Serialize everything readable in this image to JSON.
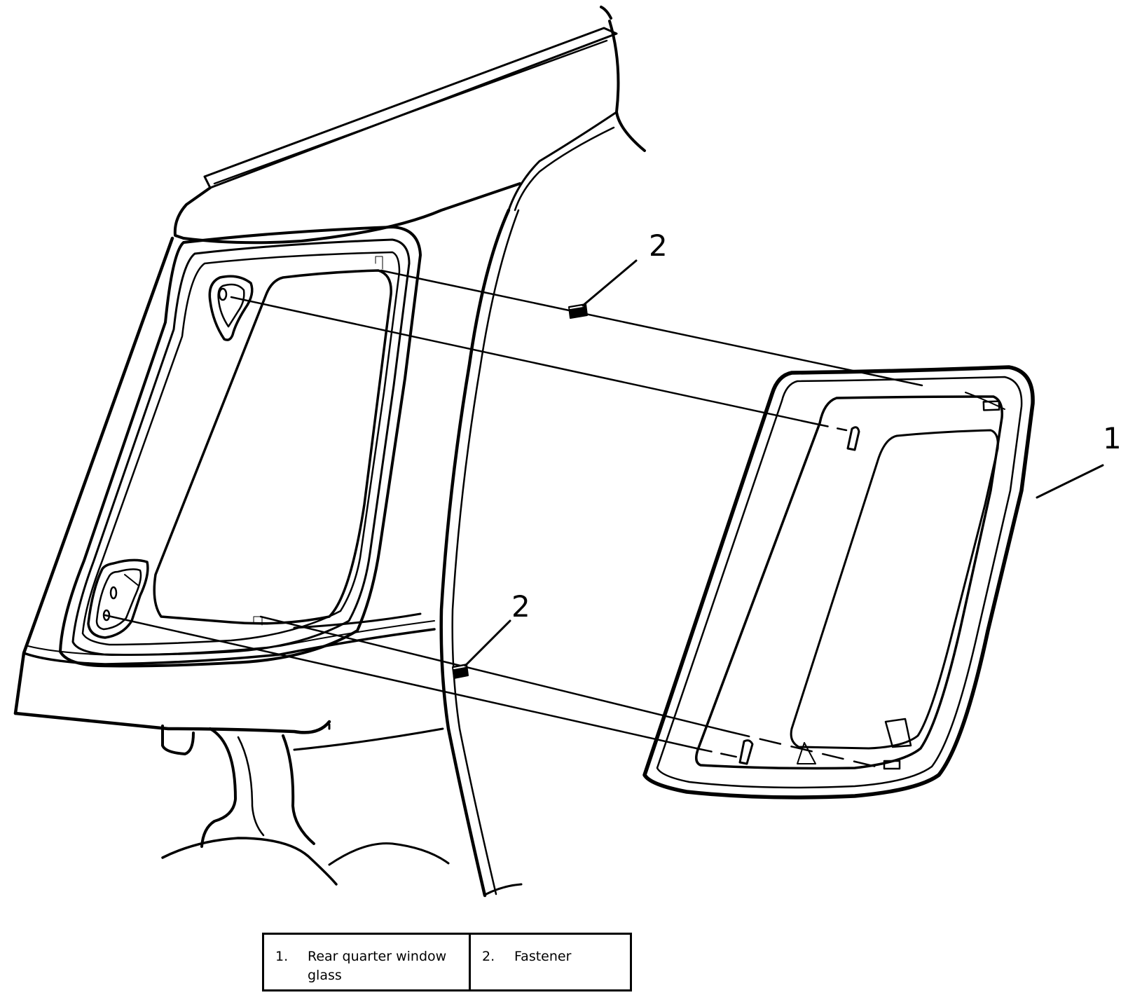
{
  "callouts": {
    "glass_number": "1",
    "fastener_upper_number": "2",
    "fastener_lower_number": "2"
  },
  "legend": {
    "items": [
      {
        "number": "1.",
        "label": "Rear quarter window glass"
      },
      {
        "number": "2.",
        "label": "Fastener"
      }
    ]
  },
  "colors": {
    "line": "#000000",
    "background": "#ffffff"
  }
}
